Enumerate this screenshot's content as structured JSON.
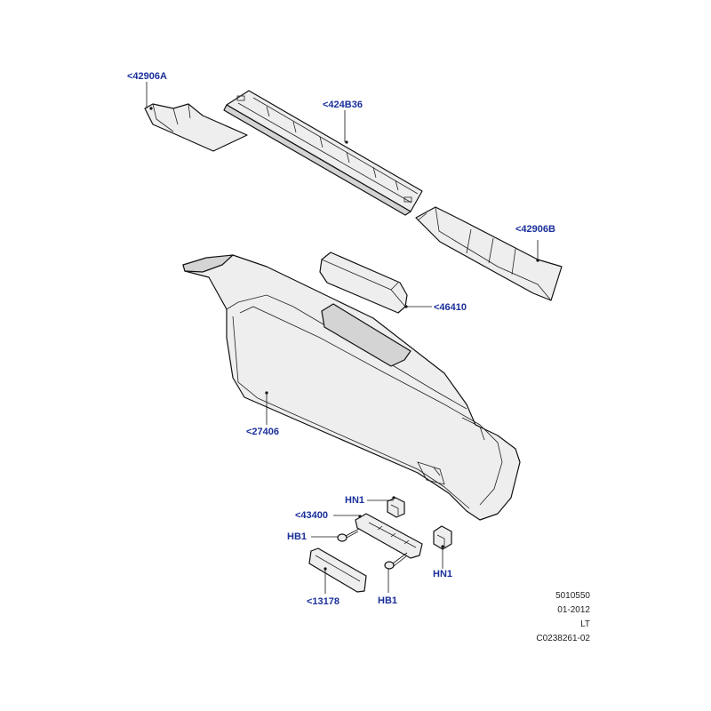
{
  "callouts": {
    "c42906a": "<42906A",
    "c424b36": "<424B36",
    "c42906b": "<42906B",
    "c46410": "<46410",
    "c27406": "<27406",
    "hn1_top": "HN1",
    "c43400": "<43400",
    "hb1_left": "HB1",
    "hn1_right": "HN1",
    "hb1_bottom": "HB1",
    "c13178": "<13178"
  },
  "info_block": {
    "line1": "5010550",
    "line2": "01-2012",
    "line3": "LT",
    "line4": "C0238261-02"
  },
  "colors": {
    "callout_text": "#1a2f9b",
    "line_art": "#111111",
    "part_fill": "#eeeeee"
  }
}
